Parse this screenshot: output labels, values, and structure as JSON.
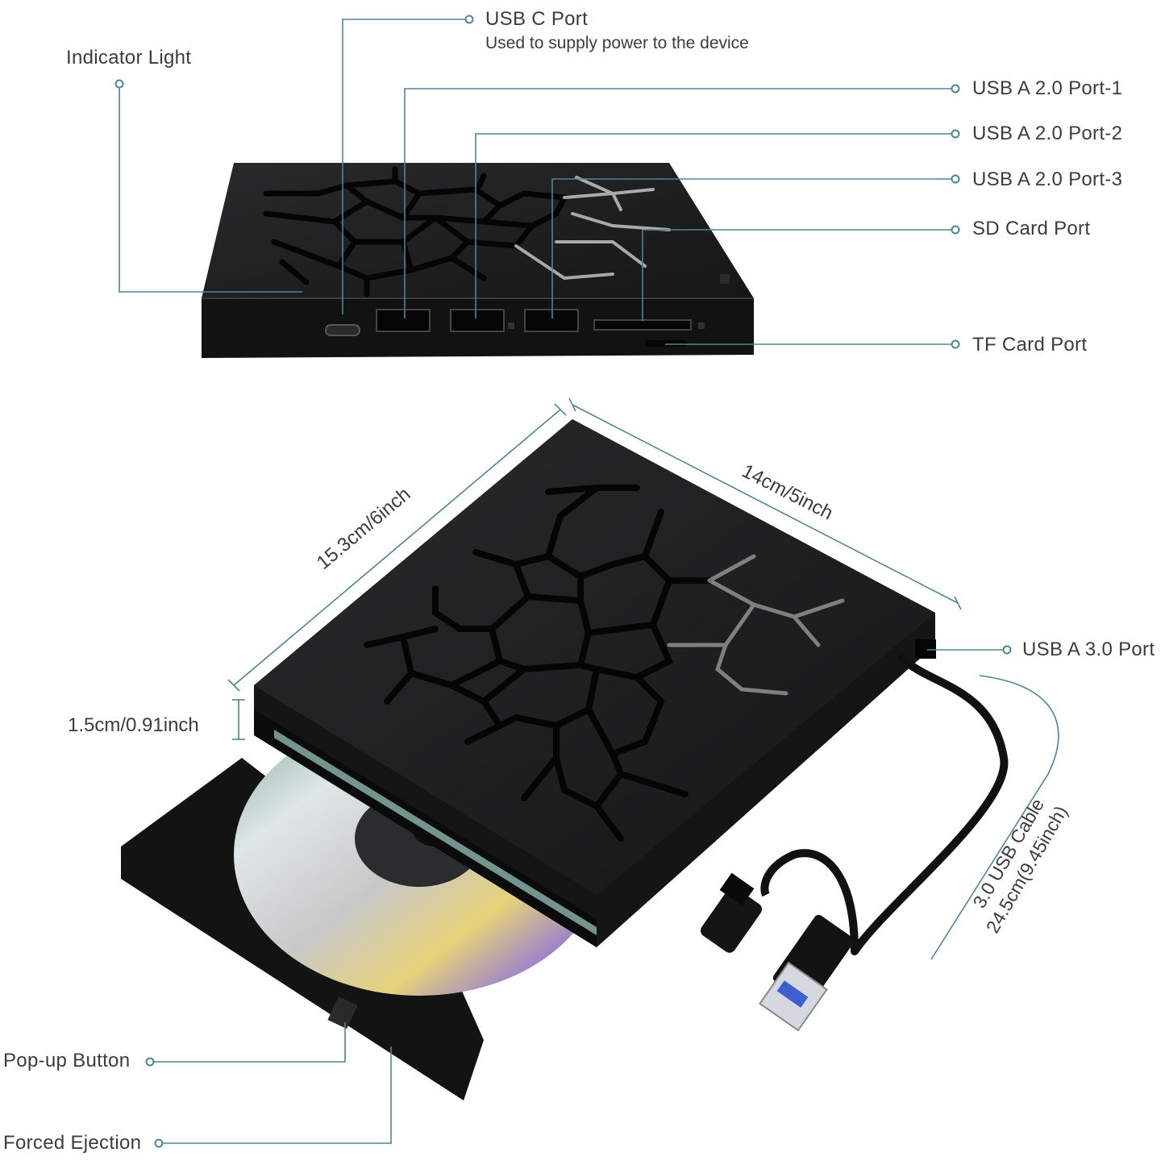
{
  "labels": {
    "usb_c_port": "USB C Port",
    "usb_c_desc": "Used to supply power to the device",
    "indicator_light": "Indicator Light",
    "usb_a_port_1": "USB A 2.0 Port-1",
    "usb_a_port_2": "USB A 2.0 Port-2",
    "usb_a_port_3": "USB A 2.0 Port-3",
    "sd_card_port": "SD Card Port",
    "tf_card_port": "TF Card Port",
    "usb_a_30_port": "USB A 3.0 Port",
    "popup_button": "Pop-up Button",
    "forced_ejection": "Forced Ejection"
  },
  "dimensions": {
    "length": "15.3cm/6inch",
    "width": "14cm/5inch",
    "height": "1.5cm/0.91inch",
    "cable_line1": "3.0 USB Cable",
    "cable_line2": "24.5cm(9.45inch)"
  },
  "colors": {
    "leader_line": "#4f8593",
    "device_body": "#1c1c1e",
    "pattern_line": "#050505"
  }
}
